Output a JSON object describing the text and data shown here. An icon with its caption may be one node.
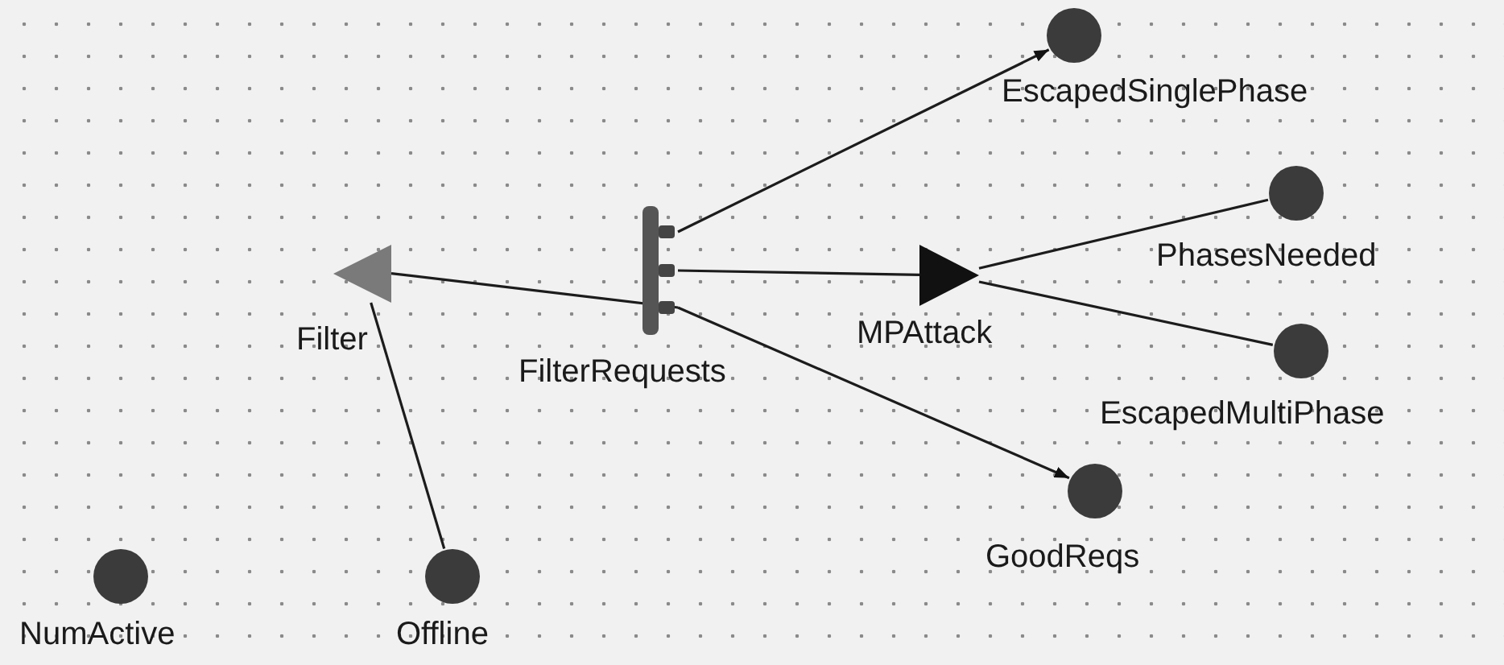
{
  "diagram": {
    "nodes": [
      {
        "text": [],
        "shape": "circle",
        "beside": [
          "EscapedSinglePhase"
        ]
      },
      {
        "text": [],
        "shape": "circle",
        "beside": [
          "PhasesNeeded"
        ]
      },
      {
        "text": [],
        "shape": "triangle",
        "beside": [
          "Filter"
        ]
      },
      {
        "text": [],
        "shape": "bar",
        "beside": [
          "FilterRequests"
        ]
      },
      {
        "text": [],
        "shape": "triangle",
        "beside": [
          "MPAttack"
        ]
      },
      {
        "text": [],
        "shape": "circle",
        "beside": [
          "EscapedMultiPhase"
        ]
      },
      {
        "text": [],
        "shape": "circle",
        "beside": [
          "GoodReqs"
        ]
      },
      {
        "text": [],
        "shape": "circle",
        "beside": [
          "NumActive"
        ]
      },
      {
        "text": [],
        "shape": "circle",
        "beside": [
          "Offline"
        ]
      }
    ],
    "edges": [
      {
        "from": 3,
        "to": 0,
        "arrow": "to"
      },
      {
        "from": 3,
        "to": 2,
        "arrow": "none"
      },
      {
        "from": 3,
        "to": 4,
        "arrow": "none"
      },
      {
        "from": 3,
        "to": 6,
        "arrow": "to"
      },
      {
        "from": 4,
        "to": 1,
        "arrow": "none"
      },
      {
        "from": 4,
        "to": 5,
        "arrow": "none"
      },
      {
        "from": 8,
        "to": 2,
        "arrow": "none"
      }
    ]
  }
}
